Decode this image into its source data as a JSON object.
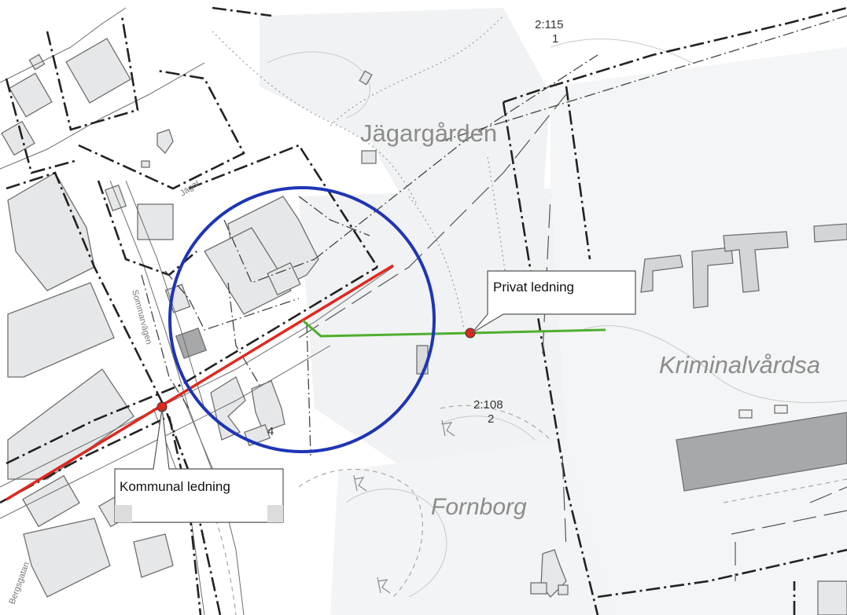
{
  "place_names": {
    "jagargarden": "Jägargården",
    "kriminalvard": "Kriminalvårdsa",
    "fornborg": "Fornborg"
  },
  "parcels": {
    "p1_number": "2:115",
    "p1_sub": "1",
    "p2_number": "2:108",
    "p2_sub": "2",
    "p3_sub": "4"
  },
  "callouts": {
    "private": "Privat ledning",
    "municipal": "Kommunal ledning"
  },
  "colors": {
    "municipal_line": "#e0281e",
    "private_line": "#4fae2f",
    "circle": "#1f35b5",
    "connection_point": "#e0281e"
  },
  "icons": {
    "connection_point": "red-dot-icon",
    "ancient_monument": "r-symbol-icon"
  }
}
